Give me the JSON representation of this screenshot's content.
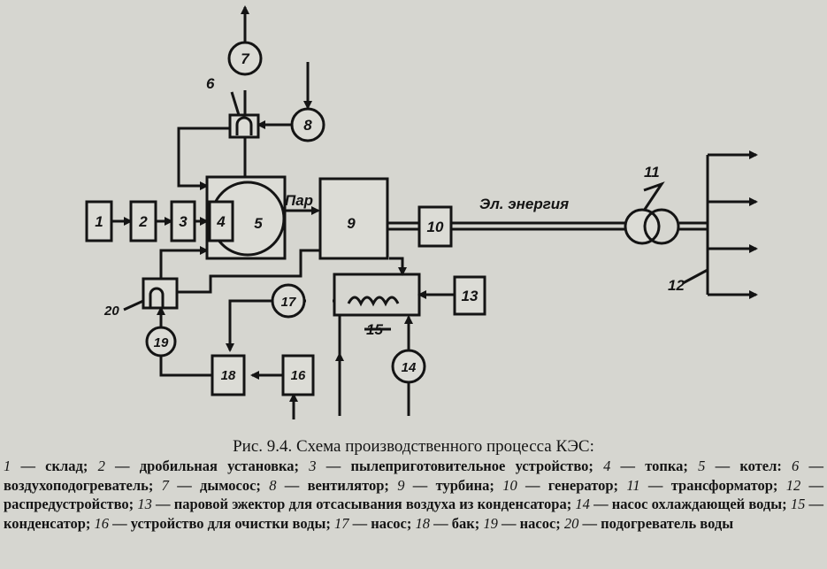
{
  "diagram": {
    "blocks": {
      "b1": "1",
      "b2": "2",
      "b3": "3",
      "b4": "4",
      "b5": "5",
      "b6": "6",
      "b7": "7",
      "b8": "8",
      "b9": "9",
      "b10": "10",
      "b11": "11",
      "b12": "12",
      "b13": "13",
      "b14": "14",
      "b15": "15",
      "b16": "16",
      "b17": "17",
      "b18": "18",
      "b19": "19",
      "b20": "20"
    },
    "steam_label": "Пар",
    "power_label": "Эл. энергия"
  },
  "caption": {
    "title": "Рис. 9.4. Схема производственного процесса КЭС:",
    "legend": [
      {
        "num": "1",
        "text": "— склад;"
      },
      {
        "num": "2",
        "text": "— дробильная установка;"
      },
      {
        "num": "3",
        "text": "— пылеприготовительное устройство;"
      },
      {
        "num": "4",
        "text": "— топка;"
      },
      {
        "num": "5",
        "text": "— котел:"
      },
      {
        "num": "6",
        "text": "— воздухоподогреватель;"
      },
      {
        "num": "7",
        "text": "— дымосос;"
      },
      {
        "num": "8",
        "text": "— вентилятор;"
      },
      {
        "num": "9",
        "text": "— турбина;"
      },
      {
        "num": "10",
        "text": "— генератор;"
      },
      {
        "num": "11",
        "text": "— трансформатор;"
      },
      {
        "num": "12",
        "text": "— распредустройство;"
      },
      {
        "num": "13",
        "text": "— паровой эжектор для отсасывания воздуха из конденсатора;"
      },
      {
        "num": "14",
        "text": "— насос охлаждающей воды;"
      },
      {
        "num": "15",
        "text": "— конденсатор;"
      },
      {
        "num": "16",
        "text": "— устройство для очистки воды;"
      },
      {
        "num": "17",
        "text": "— насос;"
      },
      {
        "num": "18",
        "text": "— бак;"
      },
      {
        "num": "19",
        "text": "— насос;"
      },
      {
        "num": "20",
        "text": "— подогреватель воды"
      }
    ]
  }
}
